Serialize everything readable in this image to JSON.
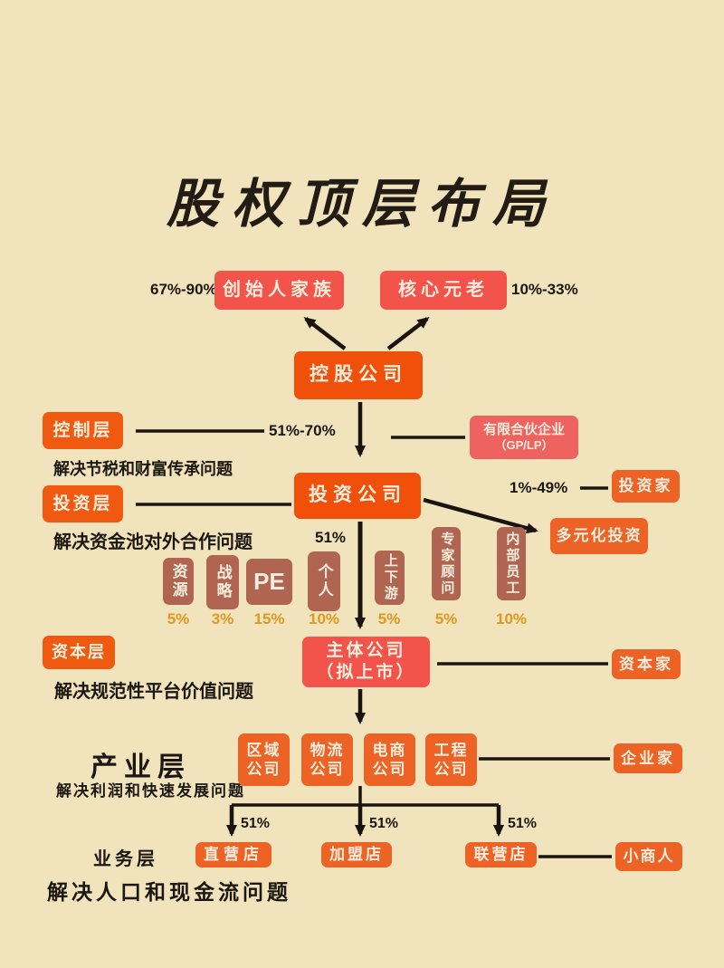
{
  "title": "股权顶层布局",
  "top_row": {
    "left_pct": "67%-90%",
    "founder_family": "创始人家族",
    "core_elders": "核心元老",
    "right_pct": "10%-33%"
  },
  "holding_company": "控股公司",
  "control_layer": {
    "label": "控制层",
    "pct": "51%-70%",
    "partnership_line1": "有限合伙企业",
    "partnership_line2": "（GP/LP）",
    "note": "解决节税和财富传承问题"
  },
  "investment_layer": {
    "label": "投资层",
    "company": "投资公司",
    "pct_right": "1%-49%",
    "investor": "投资家",
    "diversified": "多元化投资",
    "pct_down": "51%",
    "note": "解决资金池对外合作问题"
  },
  "shareholders": [
    {
      "name": "资源",
      "pct": "5%"
    },
    {
      "name": "战略",
      "pct": "3%"
    },
    {
      "name": "PE",
      "pct": "15%"
    },
    {
      "name": "个人",
      "pct": "10%"
    },
    {
      "name": "上下游",
      "pct": "5%"
    },
    {
      "name": "专家顾问",
      "pct": "5%"
    },
    {
      "name": "内部员工",
      "pct": "10%"
    }
  ],
  "capital_layer": {
    "label": "资本层",
    "company_line1": "主体公司",
    "company_line2": "（拟上市）",
    "capitalist": "资本家",
    "note": "解决规范性平台价值问题"
  },
  "industry_layer": {
    "label": "产业层",
    "note": "解决利润和快速发展问题",
    "companies": [
      "区域公司",
      "物流公司",
      "电商公司",
      "工程公司"
    ],
    "entrepreneur": "企业家"
  },
  "business_layer": {
    "label": "业务层",
    "note": "解决人口和现金流问题",
    "stores": [
      "直营店",
      "加盟店",
      "联营店"
    ],
    "store_pcts": [
      "51%",
      "51%",
      "51%"
    ],
    "merchant": "小商人"
  },
  "colors": {
    "background": "#f1e3bb",
    "red_box": "#f2534b",
    "pink_red_box": "#ee6260",
    "big_orange_box": "#f1500b",
    "layer_orange_box": "#ef5a10",
    "small_orange_box": "#ec6325",
    "brown_box": "#b06553",
    "gold_percent": "#e0981e",
    "line_black": "#1a1410"
  }
}
